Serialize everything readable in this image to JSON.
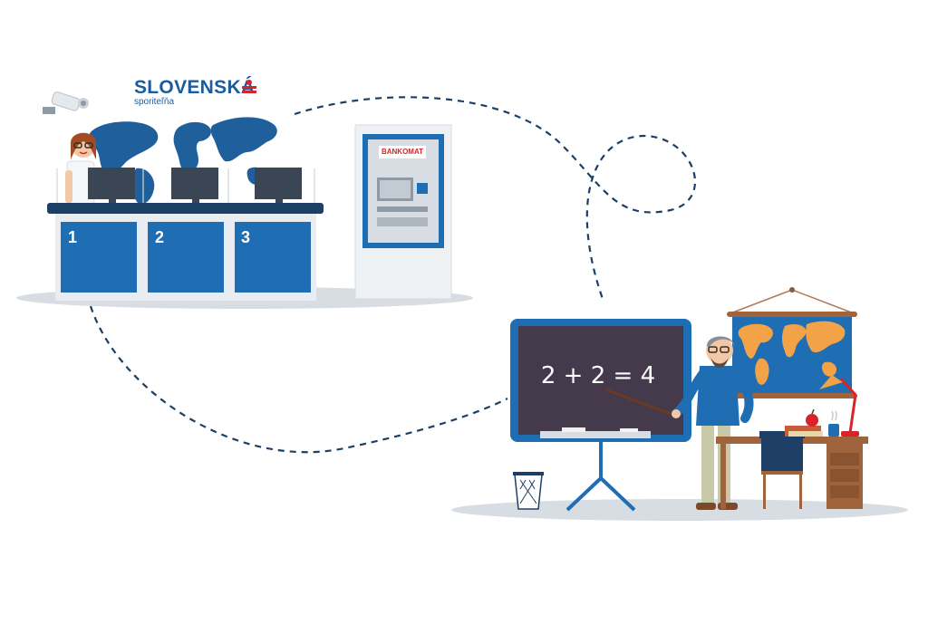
{
  "brand": {
    "name": "SLOVENSKÁ",
    "sub": "sporiteľňa",
    "accent_color": "#d8232a",
    "primary_color": "#1a5c9e"
  },
  "bank": {
    "counters": [
      "1",
      "2",
      "3"
    ],
    "atm_label": "BANKOMAT"
  },
  "classroom": {
    "equation": "2 + 2 = 4"
  },
  "icons": [
    "security-camera-icon",
    "world-map-icon",
    "atm-icon",
    "chalkboard-icon",
    "desk-lamp-icon",
    "apple-icon",
    "trash-bin-icon"
  ]
}
